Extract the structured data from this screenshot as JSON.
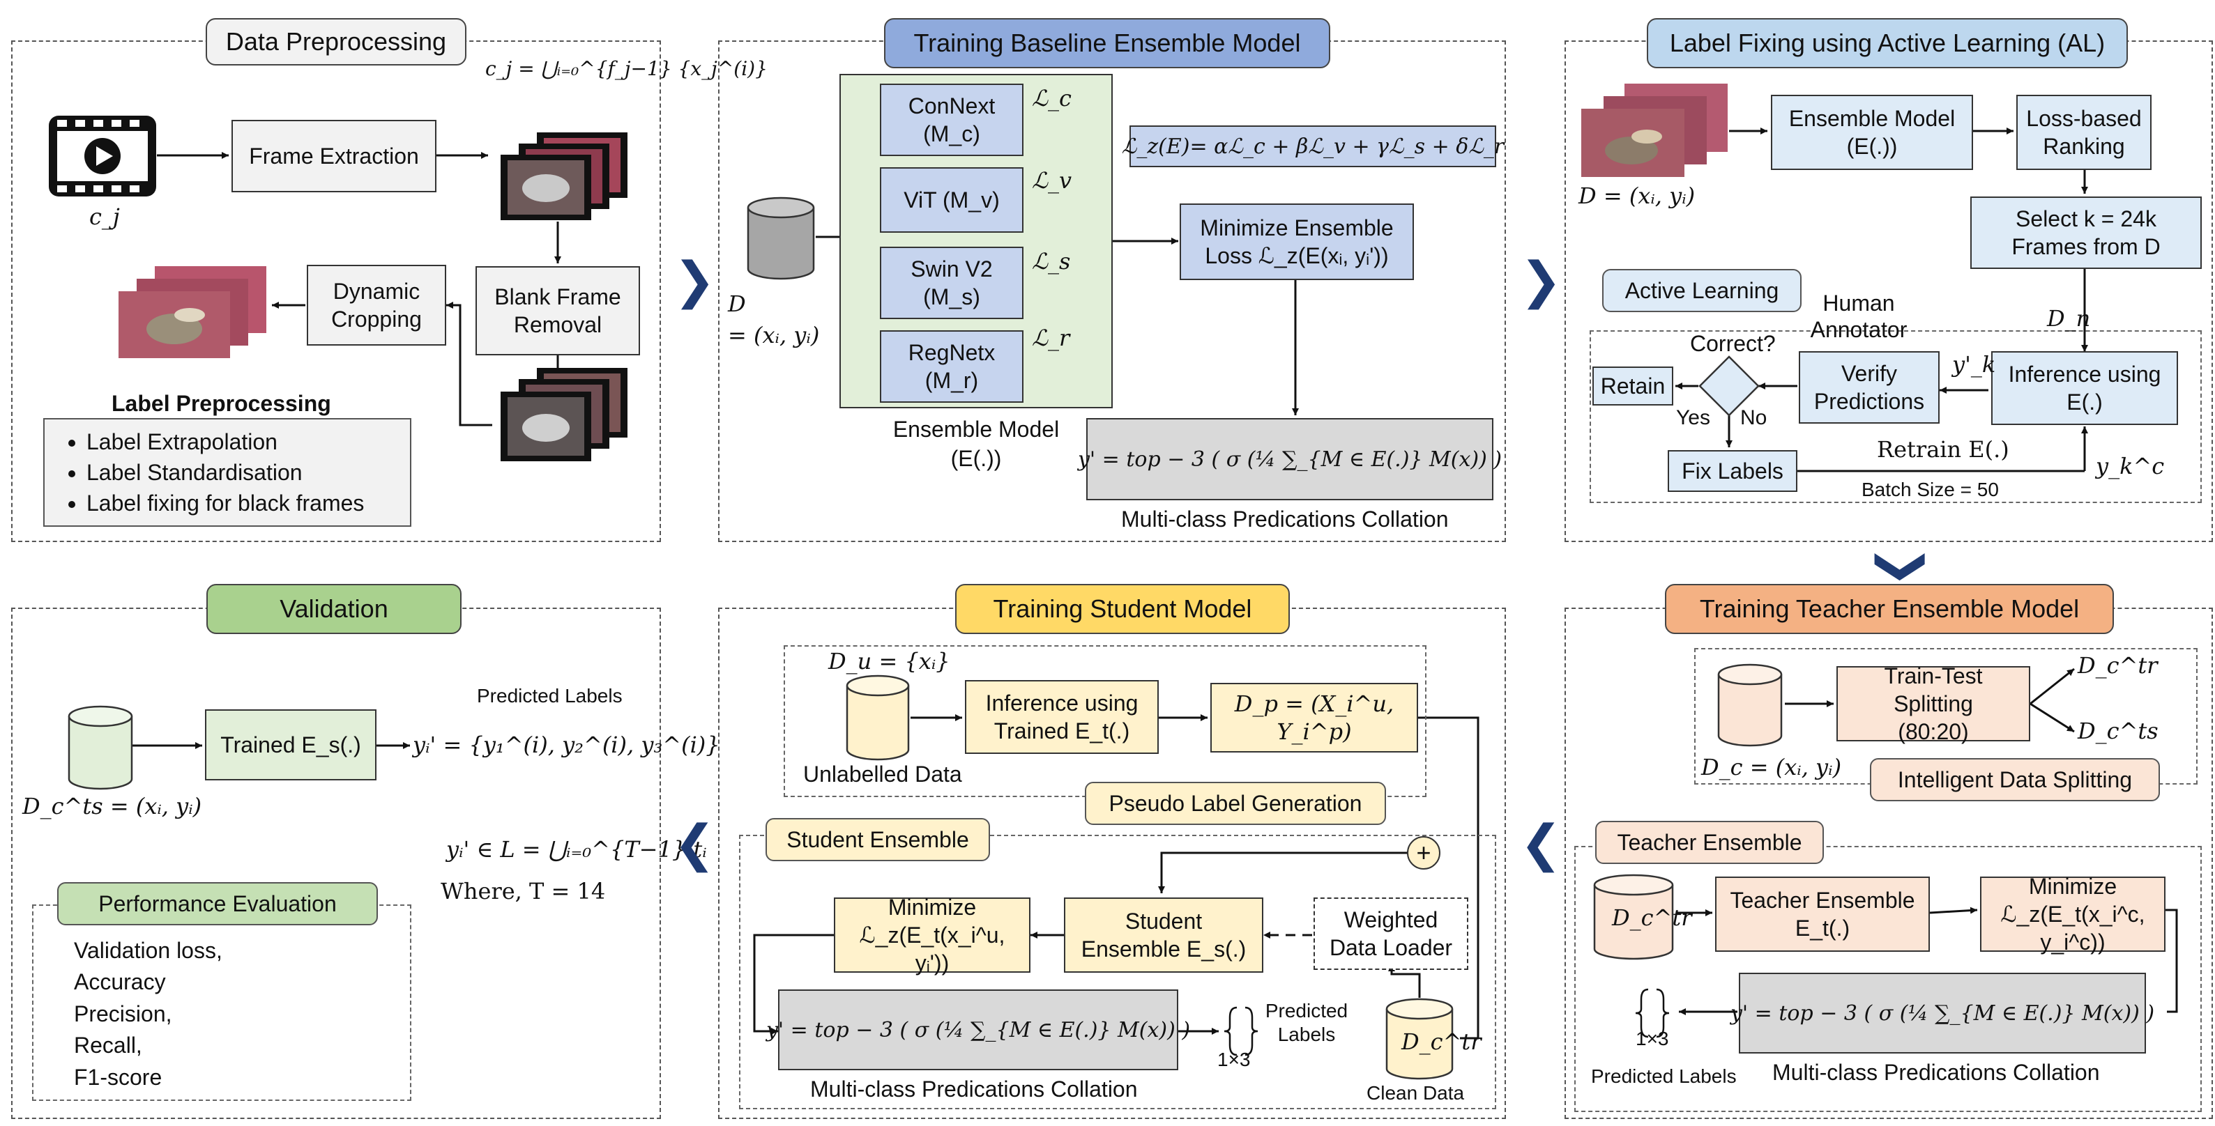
{
  "panels": {
    "preprocessing": {
      "title": "Data Preprocessing",
      "cj_formula": "c_j = ⋃ᵢ₌₀^{f_j−1} {x_j^(i)}",
      "cj_label": "c_j",
      "frame_extraction": "Frame Extraction",
      "blank_frame_removal": "Blank Frame\nRemoval",
      "dynamic_cropping": "Dynamic\nCropping",
      "label_preprocessing_title": "Label Preprocessing",
      "label_items": [
        "Label Extrapolation",
        "Label Standardisation",
        "Label fixing for black frames"
      ]
    },
    "baseline": {
      "title": "Training Baseline Ensemble Model",
      "dataset_label": "D\n= (xᵢ, yᵢ)",
      "models": [
        {
          "name": "ConNext\n(M_c)",
          "loss": "ℒ_c"
        },
        {
          "name": "ViT (M_v)",
          "loss": "ℒ_v"
        },
        {
          "name": "Swin V2\n(M_s)",
          "loss": "ℒ_s"
        },
        {
          "name": "RegNetx\n(M_r)",
          "loss": "ℒ_r"
        }
      ],
      "ensemble_label": "Ensemble Model\n(E(.))",
      "loss_formula": "ℒ_z(E)= αℒ_c + βℒ_v + γℒ_s + δℒ_r",
      "minimize_box": "Minimize Ensemble\nLoss ℒ_z(E(xᵢ, yᵢ'))",
      "collation_formula": "y' = top − 3 ( σ (¼ ∑_{M ∈ E(.)} M(x)) )",
      "collation_caption": "Multi-class Predications Collation"
    },
    "label_fixing": {
      "title": "Label Fixing using Active Learning (AL)",
      "dataset_label": "D = (xᵢ, yᵢ)",
      "ensemble_box": "Ensemble Model\n(E(.))",
      "ranking_box": "Loss-based\nRanking",
      "select_box": "Select k = 24k\nFrames from D",
      "active_learning_title": "Active Learning",
      "dn_label": "D_n",
      "human_annotator": "Human\nAnnotator",
      "correct_label": "Correct?",
      "verify_box": "Verify\nPredictions",
      "inference_box": "Inference using\nE(.)",
      "yk_label": "y'_k",
      "retain_box": "Retain",
      "yes_label": "Yes",
      "no_label": "No",
      "fix_labels_box": "Fix Labels",
      "retrain_label": "Retrain E(.)",
      "batch_size_label": "Batch Size = 50",
      "ykc_label": "y_k^c"
    },
    "teacher": {
      "title": "Training Teacher Ensemble Model",
      "split_box": "Train-Test Splitting\n(80:20)",
      "dctr_label": "D_c^tr",
      "dcts_label": "D_c^ts",
      "dc_label": "D_c = (xᵢ, yᵢ)",
      "intelligent_split": "Intelligent Data Splitting",
      "teacher_ensemble_title": "Teacher Ensemble",
      "dctr_cyl_label": "D_c^tr",
      "teacher_box": "Teacher Ensemble\nE_t(.)",
      "minimize_box": "Minimize\nℒ_z(E_t(x_i^c, y_i^c))",
      "collation_formula": "y' = top − 3 ( σ (¼ ∑_{M ∈ E(.)} M(x)) )",
      "collation_caption": "Multi-class Predications Collation",
      "matrix_label": "1×3",
      "predicted_labels": "Predicted Labels"
    },
    "student": {
      "title": "Training Student Model",
      "du_label": "D_u = {xᵢ}",
      "unlabelled_data": "Unlabelled Data",
      "inference_box": "Inference using\nTrained E_t(.)",
      "dp_box": "D_p = (X_i^u, Y_i^p)",
      "pseudo_label": "Pseudo Label Generation",
      "student_ensemble_title": "Student Ensemble",
      "plus_symbol": "+",
      "minimize_box": "Minimize\nℒ_z(E_t(x_i^u, yᵢ'))",
      "student_box": "Student\nEnsemble E_s(.)",
      "loader_box": "Weighted\nData Loader",
      "collation_formula": "y' = top − 3 ( σ (¼ ∑_{M ∈ E(.)} M(x)) )",
      "collation_caption": "Multi-class Predications Collation",
      "matrix_label": "1×3",
      "predicted_labels": "Predicted\nLabels",
      "dctr_label": "D_c^tr",
      "clean_data": "Clean Data"
    },
    "validation": {
      "title": "Validation",
      "predicted_labels": "Predicted Labels",
      "trained_box": "Trained E_s(.)",
      "prediction_formula": "yᵢ' = {y₁^(i), y₂^(i), y₃^(i)}",
      "dcts_label": "D_c^ts = (xᵢ, yᵢ)",
      "label_set_formula": "yᵢ' ∈ L = ⋃ᵢ₌₀^{T−1} tᵢ",
      "where_label": "Where, T = 14",
      "performance_title": "Performance Evaluation",
      "metrics": [
        "Validation loss,",
        "Accuracy",
        "Precision,",
        "Recall,",
        "F1-score"
      ]
    }
  },
  "flow_arrows": {
    "right_1": "❯",
    "right_2": "❯",
    "down": "❯",
    "left_1": "❮",
    "left_2": "❮"
  },
  "colors": {
    "accent_navy": "#1f3b73",
    "model_blue": "#c6d4ee",
    "ensemble_green": "#e2efd9",
    "student_yellow": "#fff2cc",
    "teacher_peach": "#fbe5d6",
    "formula_grey": "#d9d9d9"
  }
}
